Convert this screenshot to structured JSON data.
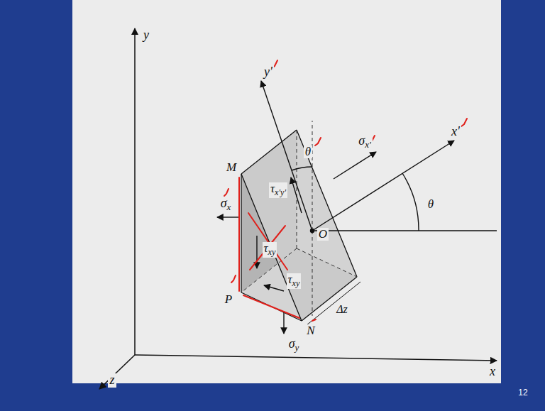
{
  "diagram": {
    "labels": [
      "y",
      "y'",
      "x'",
      "θ",
      "σx'",
      "M",
      "σx",
      "τx'y'",
      "O",
      "θ",
      "τxy",
      "P",
      "τxy",
      "Δz",
      "σy",
      "N",
      "z",
      "x",
      "12"
    ]
  }
}
